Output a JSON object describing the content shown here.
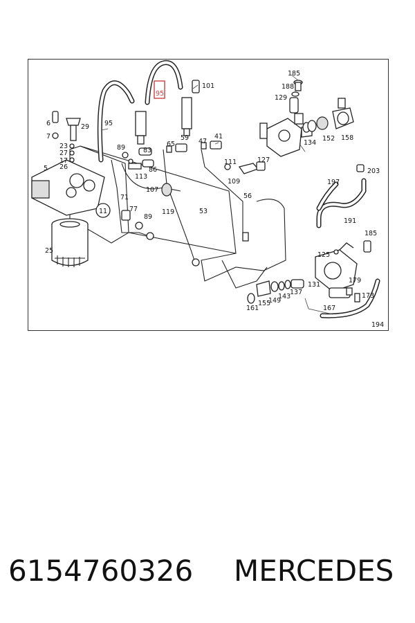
{
  "diagram": {
    "highlight": {
      "label": "95",
      "color": "#d04040"
    },
    "labels": [
      "185",
      "188",
      "129",
      "101",
      "95",
      "95",
      "6",
      "29",
      "7",
      "23",
      "27",
      "17",
      "26",
      "5",
      "89",
      "83",
      "86",
      "113",
      "71",
      "107",
      "77",
      "89",
      "119",
      "11",
      "65",
      "59",
      "47",
      "41",
      "111",
      "109",
      "53",
      "56",
      "127",
      "134",
      "152",
      "158",
      "203",
      "197",
      "191",
      "185",
      "125",
      "179",
      "131",
      "137",
      "143",
      "149",
      "155",
      "161",
      "167",
      "173",
      "194",
      "25"
    ]
  },
  "caption": {
    "part_number": "6154760326",
    "brand": "MERCEDES"
  }
}
